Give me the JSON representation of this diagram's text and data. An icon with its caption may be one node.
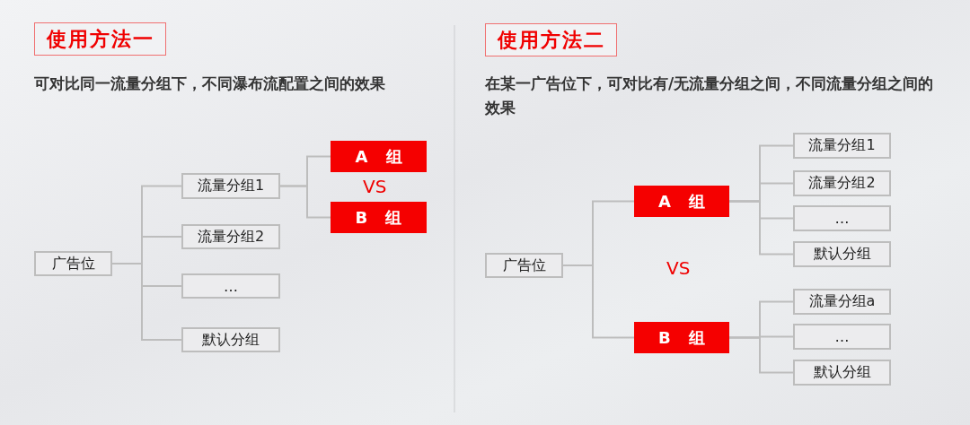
{
  "diagram": {
    "nodes": [
      {
        "text": [
          "使用方法一"
        ]
      },
      {
        "text": [
          "广告位"
        ]
      },
      {
        "text": [
          "流量分组1"
        ]
      },
      {
        "text": [
          "流量分组2"
        ]
      },
      {
        "text": [
          "…"
        ]
      },
      {
        "text": [
          "默认分组"
        ]
      },
      {
        "text": [
          "A 组"
        ]
      },
      {
        "text": [
          "B 组"
        ]
      },
      {
        "text": [
          "使用方法二"
        ]
      },
      {
        "text": [
          "广告位"
        ]
      },
      {
        "text": [
          "A 组"
        ]
      },
      {
        "text": [
          "B 组"
        ]
      },
      {
        "text": [
          "流量分组1"
        ]
      },
      {
        "text": [
          "流量分组2"
        ]
      },
      {
        "text": [
          "…"
        ]
      },
      {
        "text": [
          "默认分组"
        ]
      },
      {
        "text": [
          "流量分组a"
        ]
      },
      {
        "text": [
          "…"
        ]
      },
      {
        "text": [
          "默认分组"
        ]
      }
    ],
    "edges": [
      {
        "from": 1,
        "to": 2,
        "arrow": "none"
      },
      {
        "from": 1,
        "to": 3,
        "arrow": "none"
      },
      {
        "from": 1,
        "to": 4,
        "arrow": "none"
      },
      {
        "from": 1,
        "to": 5,
        "arrow": "none"
      },
      {
        "from": 2,
        "to": 6,
        "arrow": "none"
      },
      {
        "from": 2,
        "to": 7,
        "arrow": "none"
      },
      {
        "from": 9,
        "to": 10,
        "arrow": "none"
      },
      {
        "from": 9,
        "to": 11,
        "arrow": "none"
      },
      {
        "from": 10,
        "to": 12,
        "arrow": "none"
      },
      {
        "from": 10,
        "to": 13,
        "arrow": "none"
      },
      {
        "from": 10,
        "to": 14,
        "arrow": "none"
      },
      {
        "from": 10,
        "to": 15,
        "arrow": "none"
      },
      {
        "from": 11,
        "to": 16,
        "arrow": "none"
      },
      {
        "from": 11,
        "to": 17,
        "arrow": "none"
      },
      {
        "from": 11,
        "to": 18,
        "arrow": "none"
      }
    ],
    "labels": [
      "可对比同一流量分组下，不同瀑布流配置之间的效果",
      "VS",
      "在某一广告位下，可对比有/无流量分组之间，不同流量分组之间的效果",
      "VS"
    ]
  }
}
